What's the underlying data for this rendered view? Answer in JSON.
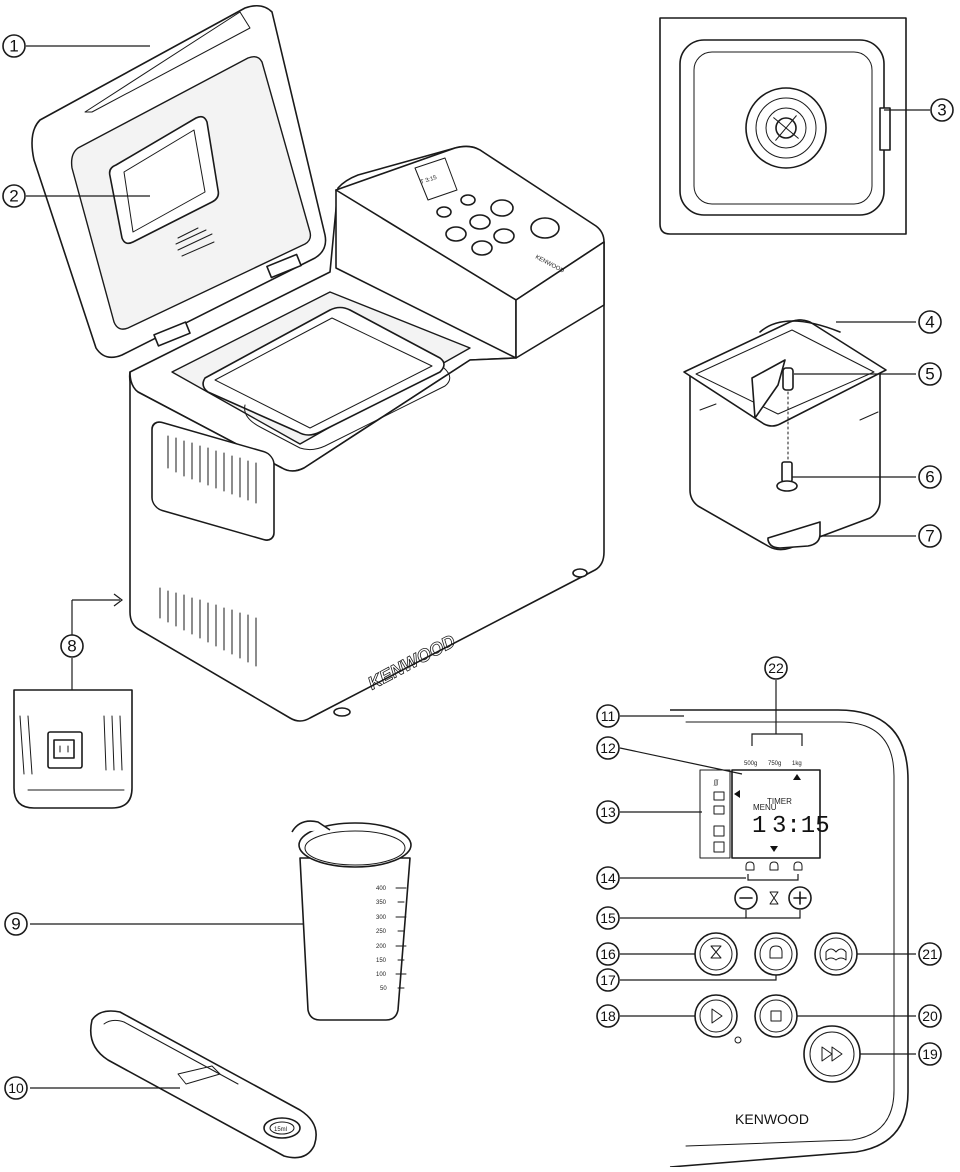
{
  "diagram": {
    "callouts": [
      {
        "id": "1",
        "label": "1"
      },
      {
        "id": "2",
        "label": "2"
      },
      {
        "id": "3",
        "label": "3"
      },
      {
        "id": "4",
        "label": "4"
      },
      {
        "id": "5",
        "label": "5"
      },
      {
        "id": "6",
        "label": "6"
      },
      {
        "id": "7",
        "label": "7"
      },
      {
        "id": "8",
        "label": "8"
      },
      {
        "id": "9",
        "label": "9"
      },
      {
        "id": "10",
        "label": "10"
      },
      {
        "id": "11",
        "label": "11"
      },
      {
        "id": "12",
        "label": "12"
      },
      {
        "id": "13",
        "label": "13"
      },
      {
        "id": "14",
        "label": "14"
      },
      {
        "id": "15",
        "label": "15"
      },
      {
        "id": "16",
        "label": "16"
      },
      {
        "id": "17",
        "label": "17"
      },
      {
        "id": "18",
        "label": "18"
      },
      {
        "id": "19",
        "label": "19"
      },
      {
        "id": "20",
        "label": "20"
      },
      {
        "id": "21",
        "label": "21"
      },
      {
        "id": "22",
        "label": "22"
      }
    ],
    "brand_body": "KENWOOD",
    "brand_panel": "KENWOOD",
    "brand_top_panel": "KENWOOD",
    "display": {
      "weights": [
        "500g",
        "750g",
        "1kg"
      ],
      "menu_label": "MENU",
      "timer_label": "TIMER",
      "program_number": "1",
      "time": "3:15"
    },
    "jug_scale": [
      "400",
      "350",
      "300",
      "250",
      "200",
      "150",
      "100",
      "50"
    ],
    "spoon_label": "15ml"
  }
}
